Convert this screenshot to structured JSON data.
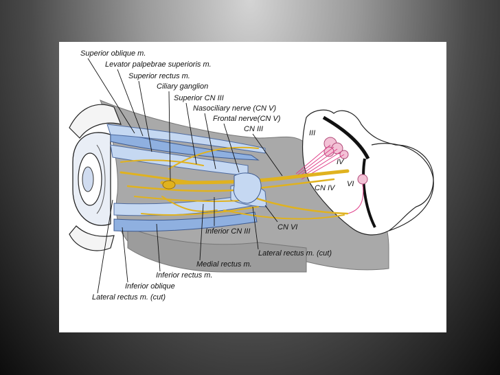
{
  "labels": {
    "superior_oblique": "Superior oblique m.",
    "levator": "Levator palpebrae superioris m.",
    "superior_rectus": "Superior rectus m.",
    "ciliary_ganglion": "Ciliary ganglion",
    "superior_cn3": "Superior CN III",
    "nasociliary": "Nasociliary nerve (CN V)",
    "frontal": "Frontal nerve(CN V)",
    "cn3": "CN III",
    "nucleus_3": "III",
    "nucleus_4": "IV",
    "nucleus_6": "VI",
    "cn4": "CN IV",
    "cn6": "CN VI",
    "inferior_cn3": "Inferior CN III",
    "lateral_rectus_cut_right": "Lateral rectus m. (cut)",
    "medial_rectus": "Medial rectus m.",
    "inferior_rectus": "Inferior rectus m.",
    "inferior_oblique": "Inferior oblique",
    "lateral_rectus_cut_left": "Lateral rectus m. (cut)"
  },
  "colors": {
    "nerve": "#e0b21f",
    "muscle": "#c5d8f2",
    "bone": "#a9a9a9",
    "nucleus": "#f3c2d6"
  }
}
